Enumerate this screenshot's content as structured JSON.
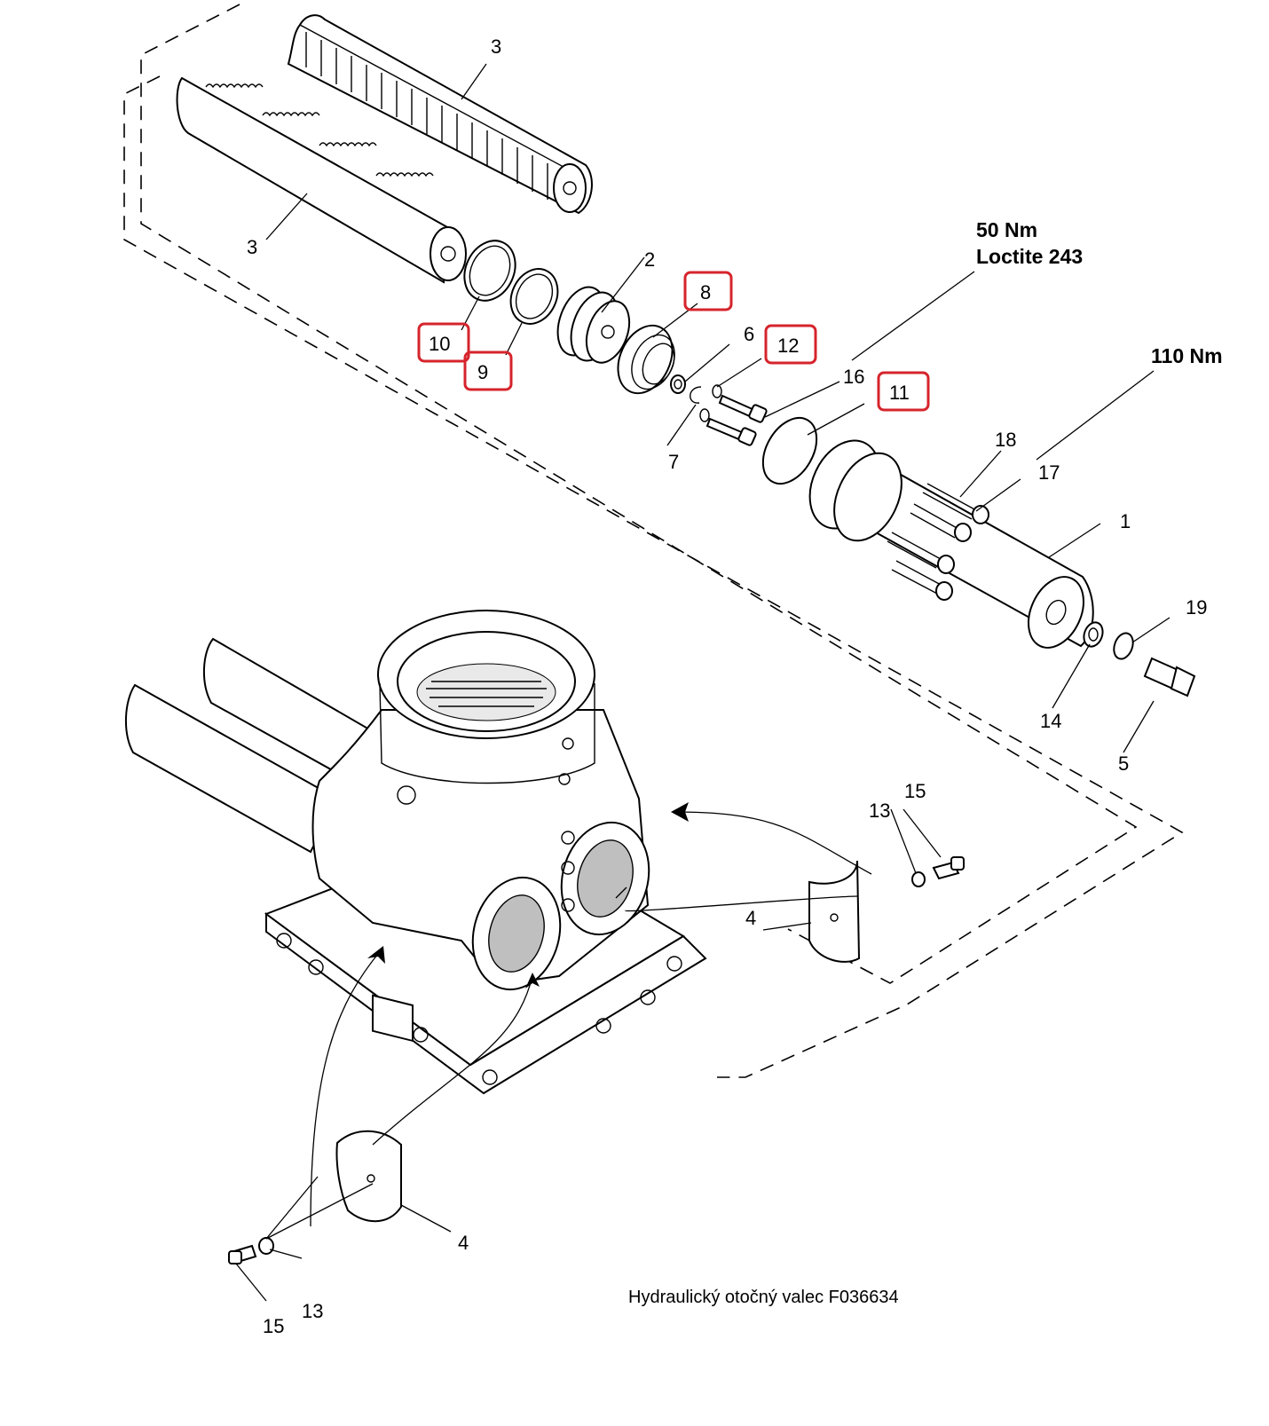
{
  "caption": "Hydraulický otočný valec F036634",
  "torque_notes": {
    "cover_bolts": "50 Nm",
    "cover_bolts_adhesive": "Loctite 243",
    "end_plug": "110 Nm"
  },
  "part_labels": {
    "rack_upper": "3",
    "rack_lower": "3",
    "piston": "2",
    "seal_8": "8",
    "ring_9": "9",
    "ring_10": "10",
    "washer_6": "6",
    "clip_7": "7",
    "oring_12": "12",
    "screw_16": "16",
    "oring_11": "11",
    "cylinder_1": "1",
    "screw_17": "17",
    "washer_18": "18",
    "washer_14": "14",
    "oring_19": "19",
    "plug_5": "5",
    "cover_right_4": "4",
    "cover_bottom_4": "4",
    "washer_right_13": "13",
    "screw_right_15": "15",
    "washer_bottom_13": "13",
    "screw_bottom_15": "15"
  },
  "highlight_color": "#d6242c"
}
